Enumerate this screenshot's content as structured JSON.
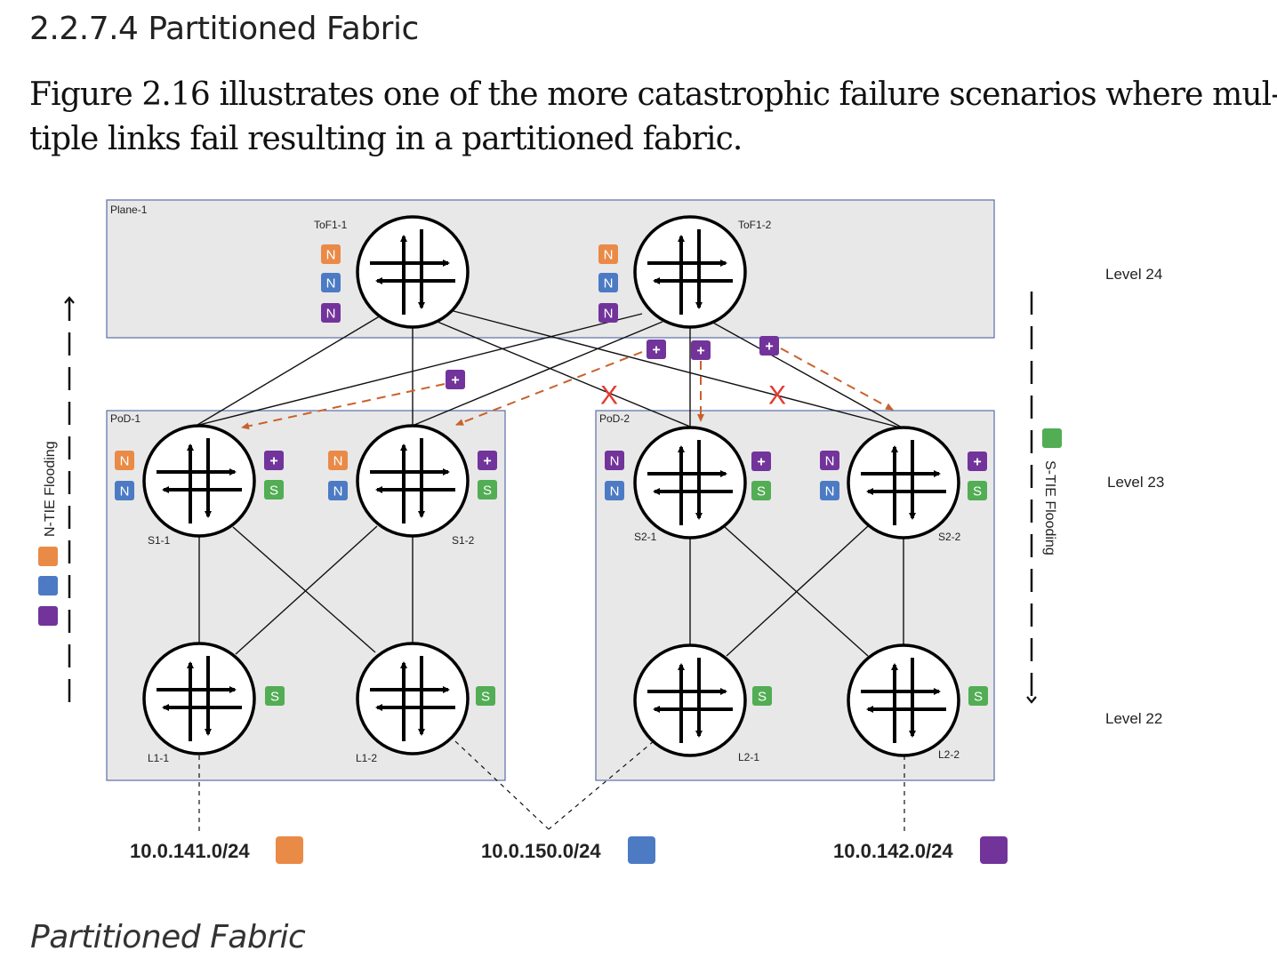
{
  "section_heading": "2.2.7.4 Partitioned Fabric",
  "intro_lines": [
    "Figure 2.16 illustrates one of the more catastrophic failure scenarios where mul-",
    "tiple links fail resulting in a partitioned fabric."
  ],
  "caption": "Partitioned Fabric",
  "colors": {
    "orange": "#ea8a47",
    "blue": "#4c7bc4",
    "purple": "#72349b",
    "green": "#52ad55",
    "box_fill": "#e8e8e8",
    "box_stroke": "#5b6ea8",
    "arrow_orange": "#c9612b",
    "fail_red": "#e33a2f"
  },
  "diagram": {
    "plane_label": "Plane-1",
    "pod1_label": "PoD-1",
    "pod2_label": "PoD-2",
    "levels": [
      "Level 24",
      "Level 23",
      "Level 22"
    ],
    "north_flooding_label": "N-TIE Flooding",
    "south_flooding_label": "S-TIE Flooding",
    "nodes": {
      "tof1_1": "ToF1-1",
      "tof1_2": "ToF1-2",
      "s1_1": "S1-1",
      "s1_2": "S1-2",
      "s2_1": "S2-1",
      "s2_2": "S2-2",
      "l1_1": "L1-1",
      "l1_2": "L1-2",
      "l2_1": "L2-1",
      "l2_2": "L2-2"
    },
    "badges": {
      "north": "N",
      "south": "S",
      "plus": "+"
    },
    "failed_link_mark": "X",
    "prefixes": [
      "10.0.141.0/24",
      "10.0.150.0/24",
      "10.0.142.0/24"
    ]
  }
}
